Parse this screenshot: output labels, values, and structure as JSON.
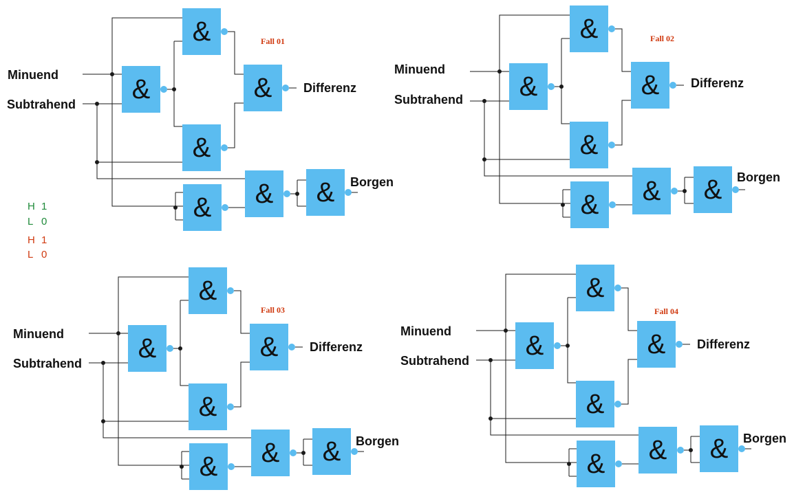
{
  "gate_symbol": "&",
  "colors": {
    "gate_fill": "#5bbcf0",
    "wire": "#1a1a1a",
    "case_label": "#d03a10",
    "legend_green": "#1f8a3a",
    "legend_red": "#d03a10"
  },
  "legend": [
    {
      "level": "H",
      "value": "1",
      "color": "green"
    },
    {
      "level": "L",
      "value": "0",
      "color": "green"
    },
    {
      "level": "H",
      "value": "1",
      "color": "red"
    },
    {
      "level": "L",
      "value": "0",
      "color": "red"
    }
  ],
  "circuits": [
    {
      "case_label": "Fall 01",
      "input_a": "Minuend",
      "input_b": "Subtrahend",
      "output_diff": "Differenz",
      "output_borrow": "Borgen"
    },
    {
      "case_label": "Fall 02",
      "input_a": "Minuend",
      "input_b": "Subtrahend",
      "output_diff": "Differenz",
      "output_borrow": "Borgen"
    },
    {
      "case_label": "Fall 03",
      "input_a": "Minuend",
      "input_b": "Subtrahend",
      "output_diff": "Differenz",
      "output_borrow": "Borgen"
    },
    {
      "case_label": "Fall 04",
      "input_a": "Minuend",
      "input_b": "Subtrahend",
      "output_diff": "Differenz",
      "output_borrow": "Borgen"
    }
  ]
}
